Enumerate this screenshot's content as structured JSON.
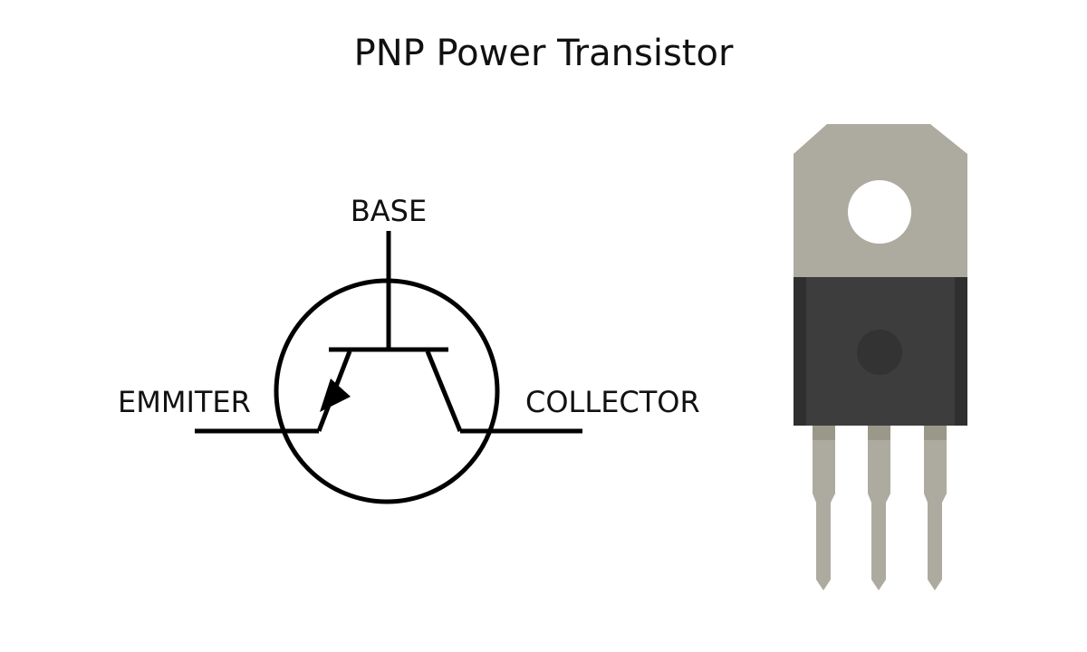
{
  "title": "PNP Power Transistor",
  "symbol": {
    "labels": {
      "base": "BASE",
      "emitter": "EMMITER",
      "collector": "COLLECTOR"
    },
    "stroke_color": "#000000"
  },
  "package": {
    "tab_color": "#adab9f",
    "body_color": "#3d3d3d",
    "body_edge_color": "#2f2f2f",
    "dimple_color": "#333333",
    "lead_color": "#adab9f",
    "lead_shadow_color": "#9a9889",
    "hole_color": "#ffffff"
  }
}
